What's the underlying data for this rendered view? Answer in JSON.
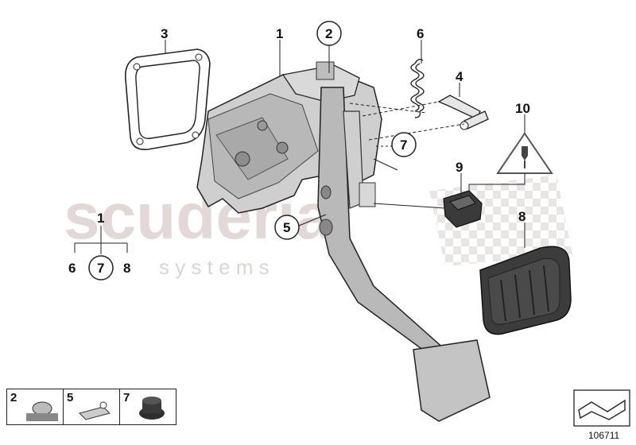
{
  "diagram": {
    "watermark": {
      "line1": "scuderia",
      "line2": "s y s t e m s"
    },
    "callouts": {
      "c1": "1",
      "c2": "2",
      "c3": "3",
      "c4": "4",
      "c5": "5",
      "c6": "6",
      "c7": "7",
      "c8": "8",
      "c9": "9",
      "c10": "10"
    },
    "group_tree": {
      "parent": "1",
      "left": "6",
      "center": "7",
      "right": "8"
    },
    "thumbnails": [
      {
        "number": "2"
      },
      {
        "number": "5"
      },
      {
        "number": "7"
      }
    ],
    "diagram_id": "106711"
  },
  "colors": {
    "line": "#222222",
    "part_fill": "#c9c9c9",
    "part_dark": "#8d8d8d",
    "rubber": "#3a3a3a",
    "watermark": "#e2d8d8",
    "checker": "#e6e0e0"
  }
}
